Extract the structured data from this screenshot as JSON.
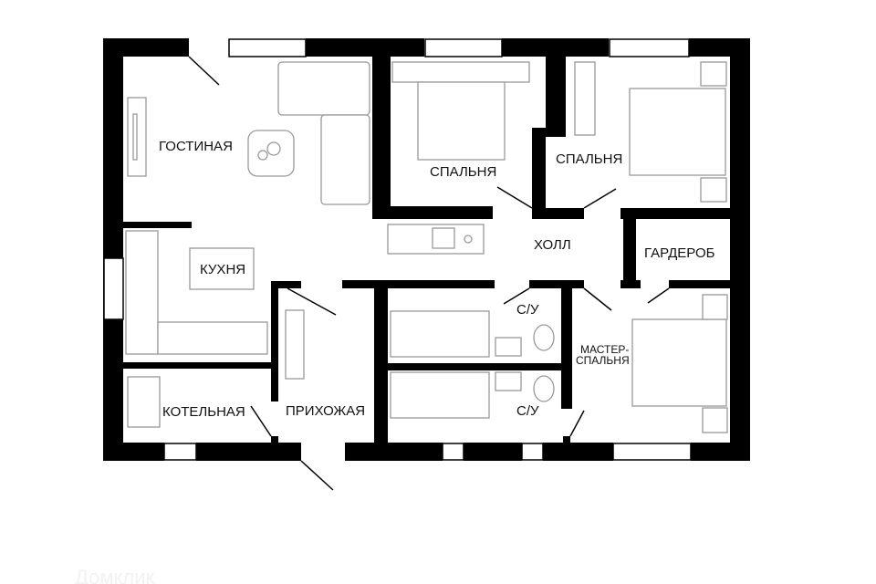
{
  "plan": {
    "rooms": {
      "living": "ГОСТИНАЯ",
      "kitchen": "КУХНЯ",
      "bedroom_1": "СПАЛЬНЯ",
      "bedroom_2": "СПАЛЬНЯ",
      "hall": "ХОЛЛ",
      "wardrobe": "ГАРДЕРОБ",
      "bathroom_1": "С/У",
      "bathroom_2": "С/У",
      "master_line1": "МАСТЕР-",
      "master_line2": "СПАЛЬНЯ",
      "boiler": "КОТЕЛЬНАЯ",
      "entrance": "ПРИХОЖАЯ"
    },
    "watermark": "Домклик",
    "colors": {
      "wall": "#000000",
      "furniture": "#999999",
      "background": "#ffffff"
    }
  }
}
